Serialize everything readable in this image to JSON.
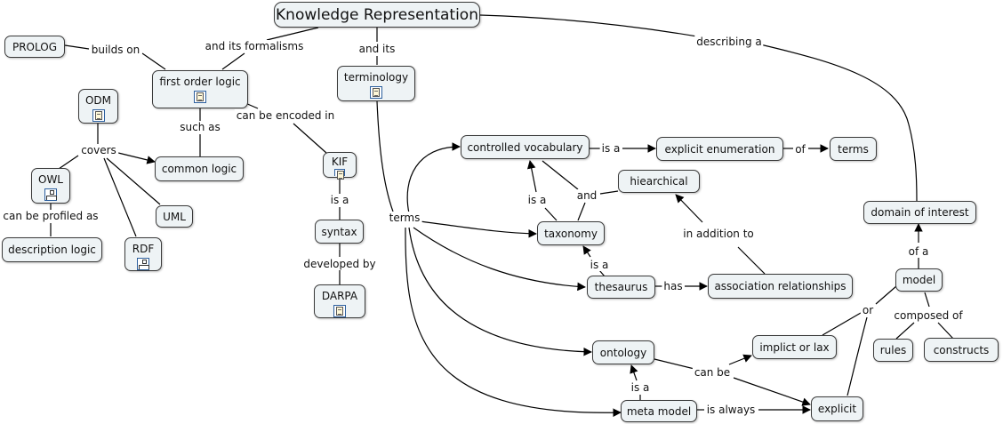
{
  "nodes": {
    "knowledge_representation": "Knowledge Representation",
    "prolog": "PROLOG",
    "first_order_logic": "first order logic",
    "terminology": "terminology",
    "odm": "ODM",
    "owl": "OWL",
    "description_logic": "description logic",
    "rdf": "RDF",
    "uml": "UML",
    "common_logic": "common logic",
    "kif": "KIF",
    "syntax": "syntax",
    "darpa": "DARPA",
    "controlled_vocabulary": "controlled vocabulary",
    "explicit_enumeration": "explicit enumeration",
    "terms_node": "terms",
    "hiearchical": "hiearchical",
    "taxonomy": "taxonomy",
    "thesaurus": "thesaurus",
    "association_relationships": "association relationships",
    "domain_of_interest": "domain of interest",
    "model": "model",
    "rules": "rules",
    "constructs": "constructs",
    "implict_or_lax": "implict or lax",
    "ontology": "ontology",
    "explicit": "explicit",
    "meta_model": "meta model"
  },
  "links": {
    "builds_on": "builds on",
    "and_its_formalisms": "and its formalisms",
    "and_its": "and its",
    "describing_a": "describing a",
    "covers": "covers",
    "such_as": "such as",
    "can_be_encoded_in": "can be encoded in",
    "can_be_profiled_as": "can be profiled as",
    "is_a_kif": "is a",
    "developed_by": "developed by",
    "terms_link": "terms",
    "is_a_cv": "is a",
    "of": "of",
    "is_a_tax": "is a",
    "and": "and",
    "in_addition_to": "in addition to",
    "is_a_thes": "is a",
    "has": "has",
    "of_a": "of a",
    "composed_of": "composed of",
    "or": "or",
    "can_be": "can be",
    "is_a_meta": "is a",
    "is_always": "is always"
  },
  "colors": {
    "node_fill": "#eef3f5",
    "node_border": "#3a3a3a",
    "line": "#000000",
    "icon_border": "#2c5f9e"
  }
}
